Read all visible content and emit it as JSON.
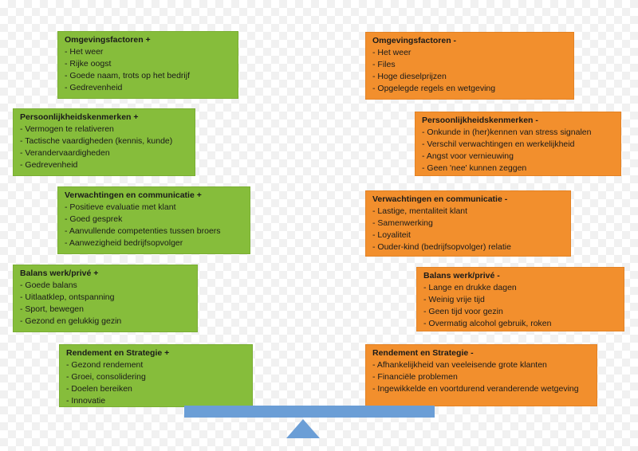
{
  "left": [
    {
      "title": "Omgevingsfactoren  +",
      "items": [
        "- Het weer",
        "- Rijke oogst",
        "- Goede naam, trots op het bedrijf",
        "- Gedrevenheid"
      ]
    },
    {
      "title": "Persoonlijkheidskenmerken  +",
      "items": [
        "- Vermogen te relativeren",
        "- Tactische vaardigheden  (kennis, kunde)",
        "- Verandervaardigheden",
        "- Gedrevenheid"
      ]
    },
    {
      "title": "Verwachtingen en communicatie  +",
      "items": [
        "- Positieve evaluatie met klant",
        "- Goed gesprek",
        "- Aanvullende competenties tussen broers",
        "- Aanwezigheid bedrijfsopvolger"
      ]
    },
    {
      "title": "Balans werk/privé  +",
      "items": [
        "- Goede balans",
        "- Uitlaatklep, ontspanning",
        "- Sport, bewegen",
        "- Gezond en gelukkig gezin"
      ]
    },
    {
      "title": "Rendement en Strategie +",
      "items": [
        "- Gezond rendement",
        "- Groei, consolidering",
        "- Doelen bereiken",
        "- Innovatie"
      ]
    }
  ],
  "right": [
    {
      "title": "Omgevingsfactoren  -",
      "items": [
        "- Het weer",
        "- Files",
        "- Hoge dieselprijzen",
        "- Opgelegde regels en wetgeving"
      ]
    },
    {
      "title": "Persoonlijkheidskenmerken  -",
      "items": [
        "- Onkunde in (her)kennen van stress signalen",
        "- Verschil verwachtingen en werkelijkheid",
        "- Angst voor vernieuwing",
        "- Geen 'nee' kunnen zeggen"
      ]
    },
    {
      "title": "Verwachtingen en communicatie  -",
      "items": [
        "- Lastige, mentaliteit klant",
        "- Samenwerking",
        "- Loyaliteit",
        "- Ouder-kind (bedrijfsopvolger) relatie"
      ]
    },
    {
      "title": "Balans werk/privé  -",
      "items": [
        "- Lange en drukke dagen",
        "- Weinig vrije tijd",
        "- Geen tijd voor gezin",
        "- Overmatig alcohol gebruik, roken"
      ]
    },
    {
      "title": "Rendement en Strategie -",
      "items": [
        "- Afhankelijkheid van veeleisende grote klanten",
        "- Financiële problemen",
        "- Ingewikkelde en voortdurend veranderende wetgeving"
      ]
    }
  ],
  "colors": {
    "positive": "#86bd3b",
    "negative": "#f28f2d",
    "beam": "#6b9ed6"
  }
}
